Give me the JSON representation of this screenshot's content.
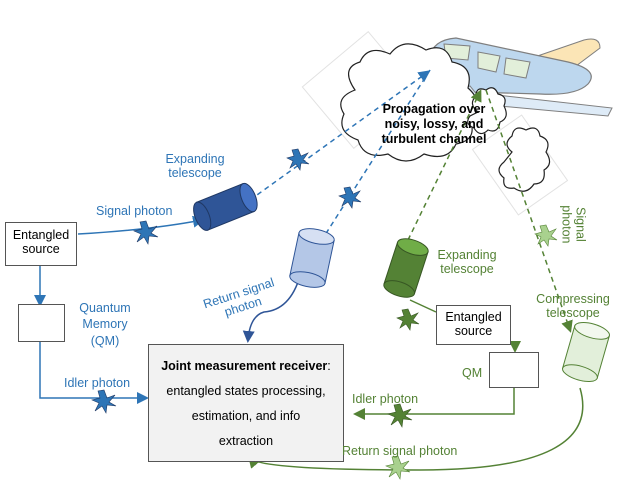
{
  "colors": {
    "blue": "#2e75b6",
    "dark_blue": "#2f5597",
    "green": "#548235",
    "light_green": "#a9d18e",
    "receiver_fill": "#f2f2f2"
  },
  "labels": {
    "entangled_source_left": "Entangled\nsource",
    "signal_photon_left": "Signal photon",
    "expanding_telescope_left": "Expanding\ntelescope",
    "quantum_memory": "Quantum\nMemory\n(QM)",
    "idler_photon_left": "Idler photon",
    "return_signal_photon_left": "Return signal\nphoton",
    "propagation": "Propagation over\nnoisy, lossy, and\nturbulent channel",
    "expanding_telescope_right": "Expanding\ntelescope",
    "signal_photon_right": "Signal\nphoton",
    "entangled_source_right": "Entangled\nsource",
    "compressing_telescope": "Compressing\ntelescope",
    "qm_right": "QM",
    "idler_photon_right": "Idler photon",
    "return_signal_photon_bottom": "Return signal photon",
    "receiver_title": "Joint measurement receiver",
    "receiver_colon": ":",
    "receiver_line1": "entangled states processing,",
    "receiver_line2": "estimation, and info",
    "receiver_line3": "extraction"
  }
}
